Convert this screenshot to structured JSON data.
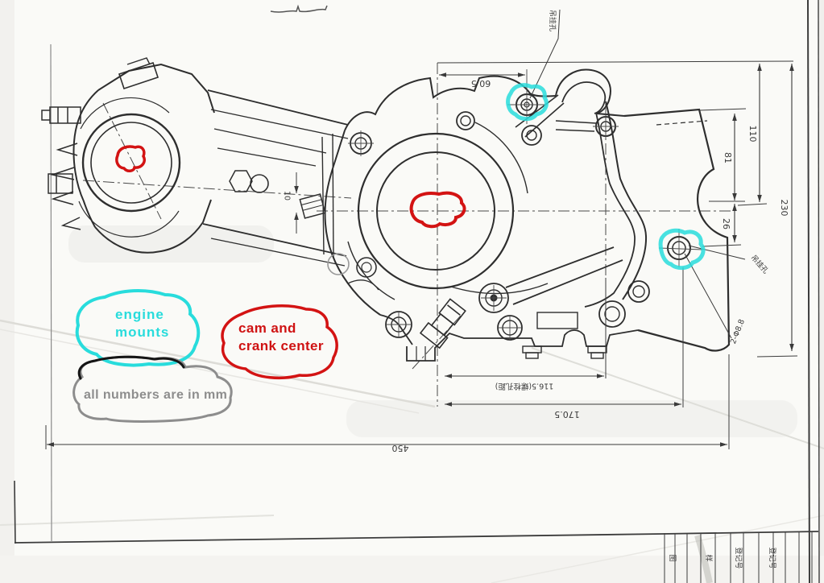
{
  "dimensions": {
    "top_width": "60.5",
    "right_upper": "110",
    "right_mid": "81",
    "right_lower": "26",
    "right_overall": "230",
    "bottom_bolt_span": "116.5(螺栓孔距)",
    "bottom_mid_span": "170.5",
    "bottom_overall": "450",
    "cam_offset": "10",
    "hole_diameter": "2-Φ8.8"
  },
  "callouts": {
    "hanging_hole_top": "吊挂孔",
    "hanging_hole_right": "吊挂孔"
  },
  "annotations": {
    "engine_mounts": {
      "line1": "engine",
      "line2": "mounts"
    },
    "cam_crank": {
      "line1": "cam and",
      "line2": "crank center"
    },
    "units": {
      "text": "all numbers are in mm"
    }
  },
  "title_block": {
    "cells": [
      "图",
      "样",
      "登记号",
      "登记号"
    ]
  },
  "colors": {
    "highlight_cyan": "#28dcdc",
    "marker_red": "#d31313",
    "note_gray": "#8d8d8d",
    "ink": "#2e2e2e"
  }
}
